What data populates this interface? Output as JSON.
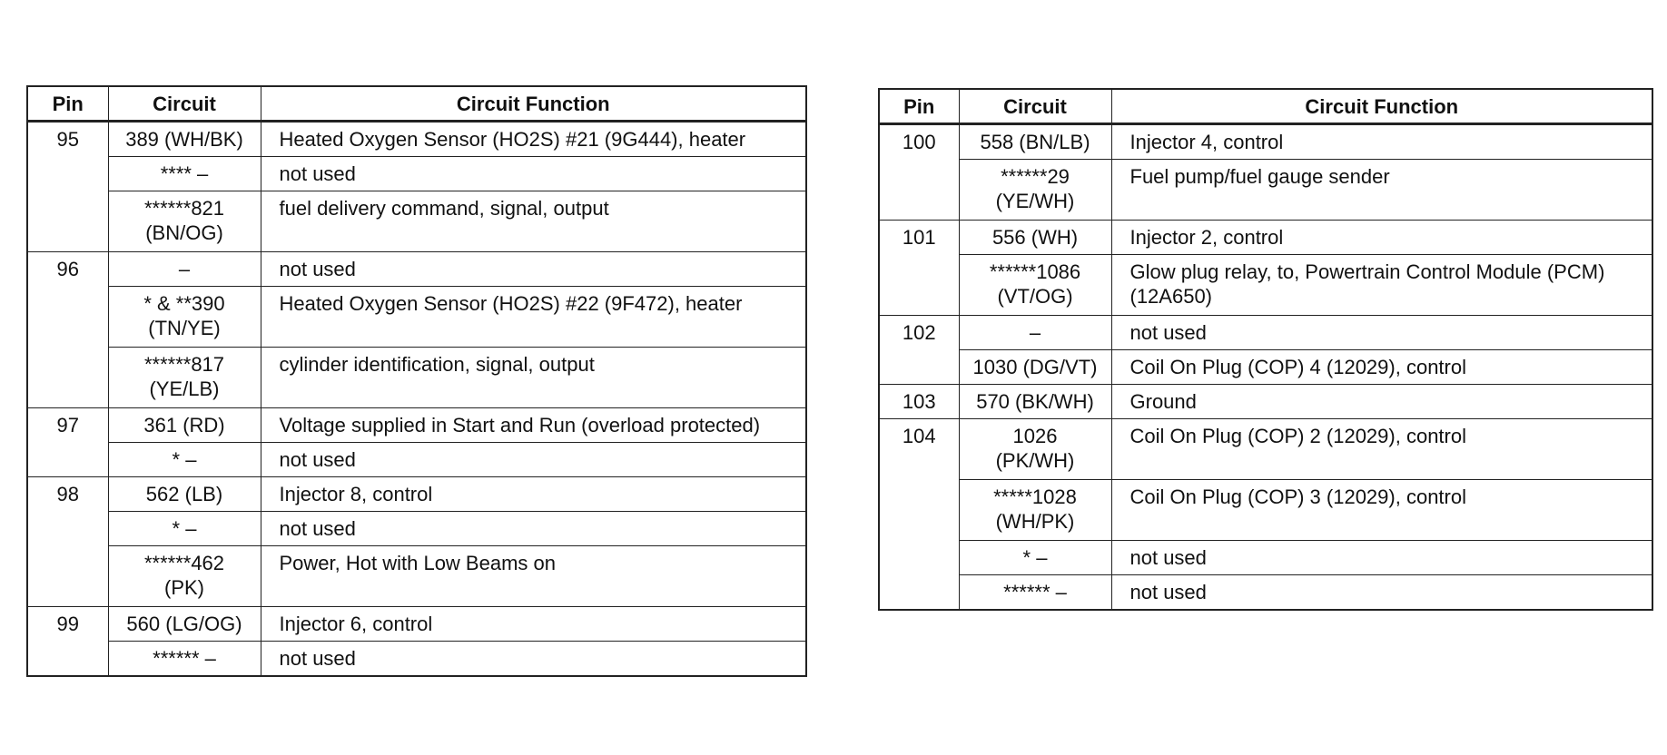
{
  "headers": {
    "pin": "Pin",
    "circuit": "Circuit",
    "function": "Circuit Function"
  },
  "left_table": [
    {
      "pin": "95",
      "rows": [
        {
          "circuit": "389 (WH/BK)",
          "function": "Heated Oxygen Sensor (HO2S) #21 (9G444), heater"
        },
        {
          "circuit": "**** –",
          "function": "not used"
        },
        {
          "circuit": "******821\n(BN/OG)",
          "function": "fuel delivery command, signal, output"
        }
      ]
    },
    {
      "pin": "96",
      "rows": [
        {
          "circuit": "–",
          "function": "not used"
        },
        {
          "circuit": "* & **390\n(TN/YE)",
          "function": "Heated Oxygen Sensor (HO2S) #22 (9F472), heater"
        },
        {
          "circuit": "******817\n(YE/LB)",
          "function": "cylinder identification, signal, output"
        }
      ]
    },
    {
      "pin": "97",
      "rows": [
        {
          "circuit": "361 (RD)",
          "function": "Voltage supplied in Start and Run (overload protected)"
        },
        {
          "circuit": "* –",
          "function": "not used"
        }
      ]
    },
    {
      "pin": "98",
      "rows": [
        {
          "circuit": "562 (LB)",
          "function": "Injector 8, control"
        },
        {
          "circuit": "* –",
          "function": "not used"
        },
        {
          "circuit": "******462\n(PK)",
          "function": "Power, Hot with Low Beams on"
        }
      ]
    },
    {
      "pin": "99",
      "rows": [
        {
          "circuit": "560 (LG/OG)",
          "function": "Injector 6, control"
        },
        {
          "circuit": "****** –",
          "function": "not used"
        }
      ]
    }
  ],
  "right_table": [
    {
      "pin": "100",
      "rows": [
        {
          "circuit": "558 (BN/LB)",
          "function": "Injector 4, control"
        },
        {
          "circuit": "******29\n(YE/WH)",
          "function": "Fuel pump/fuel gauge sender"
        }
      ]
    },
    {
      "pin": "101",
      "rows": [
        {
          "circuit": "556 (WH)",
          "function": "Injector 2, control"
        },
        {
          "circuit": "******1086\n(VT/OG)",
          "function": "Glow plug relay, to, Powertrain Control Module (PCM) (12A650)"
        }
      ]
    },
    {
      "pin": "102",
      "rows": [
        {
          "circuit": "–",
          "function": "not used"
        },
        {
          "circuit": "1030 (DG/VT)",
          "function": "Coil On Plug (COP) 4 (12029), control"
        }
      ]
    },
    {
      "pin": "103",
      "rows": [
        {
          "circuit": "570 (BK/WH)",
          "function": "Ground"
        }
      ]
    },
    {
      "pin": "104",
      "rows": [
        {
          "circuit": "1026\n(PK/WH)",
          "function": "Coil On Plug (COP) 2 (12029), control"
        },
        {
          "circuit": "*****1028\n(WH/PK)",
          "function": "Coil On Plug (COP) 3 (12029), control"
        },
        {
          "circuit": "* –",
          "function": "not used"
        },
        {
          "circuit": "****** –",
          "function": "not used"
        }
      ]
    }
  ]
}
